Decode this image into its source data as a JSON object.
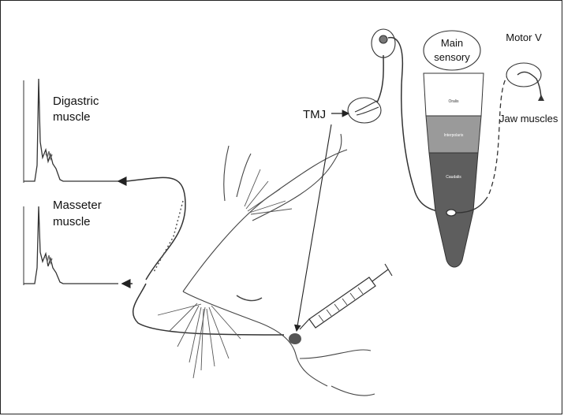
{
  "labels": {
    "digastric_line1": "Digastric",
    "digastric_line2": "muscle",
    "masseter_line1": "Masseter",
    "masseter_line2": "muscle",
    "tmj": "TMJ",
    "main_sensory_line1": "Main",
    "main_sensory_line2": "sensory",
    "motor_v": "Motor V",
    "jaw_muscles": "Jaw muscles",
    "oralis": "Oralis",
    "interpolaris": "Interpolaris",
    "caudalis": "Caudalis"
  }
}
